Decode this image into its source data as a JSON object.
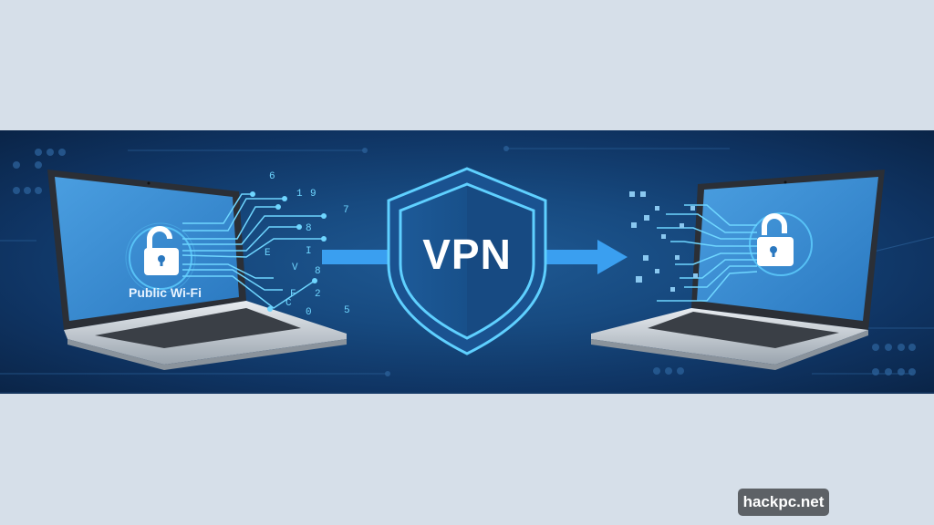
{
  "banner": {
    "shield_label": "VPN",
    "left_laptop": {
      "screen_label": "Public Wi-Fi",
      "icon": "unlocked-padlock-icon"
    },
    "right_laptop": {
      "icon": "unlocked-padlock-icon"
    },
    "left_data_chars": [
      "6",
      "1",
      "9",
      "7",
      "8",
      "I",
      "V",
      "8",
      "2",
      "5",
      "0",
      "E",
      "F",
      "C"
    ],
    "arrow": "right-arrow"
  },
  "colors": {
    "page_bg": "#d6dfe9",
    "banner_dark": "#0a2447",
    "banner_mid": "#174a80",
    "accent_blue": "#3aa0ee",
    "glow_cyan": "#5fd0ff",
    "screen_blue": "#3d8fd0"
  },
  "watermark": {
    "text": "hackpc.net"
  }
}
